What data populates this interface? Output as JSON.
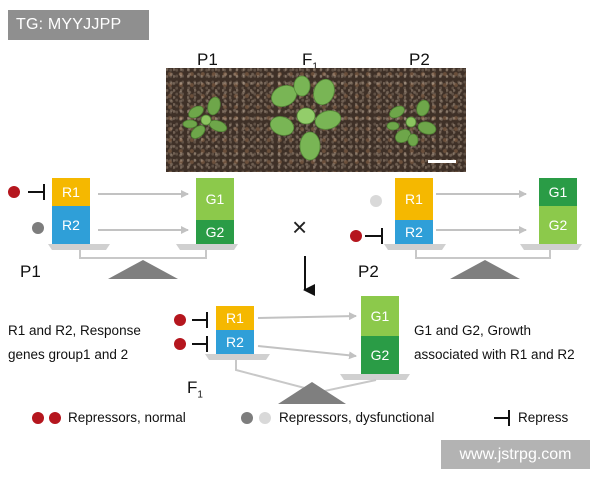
{
  "watermark_top": "TG: MYYJJPP",
  "watermark_bottom": "www.jstrpg.com",
  "photo_labels": {
    "p1": "P1",
    "f1": "F",
    "f1_sub": "1",
    "p2": "P2"
  },
  "parent_labels": {
    "p1": "P1",
    "p2": "P2",
    "f1": "F",
    "f1_sub": "1"
  },
  "boxes": {
    "r1": "R1",
    "r2": "R2",
    "g1": "G1",
    "g2": "G2"
  },
  "cross_symbol": "×",
  "descriptions": {
    "left_line1": "R1 and R2, Response",
    "left_line2": "genes group1 and 2",
    "right_line1": "G1 and G2, Growth",
    "right_line2": "associated with R1 and R2"
  },
  "legend": {
    "normal": "Repressors, normal",
    "dysfunctional": "Repressors, dysfunctional",
    "repress": "Repress"
  },
  "colors": {
    "repressor_normal": "#b5161e",
    "repressor_dysfunctional": "#7d7d7d",
    "r1": "#f5b800",
    "r2": "#2f9fd8",
    "g_dark": "#2a9c46",
    "g_light": "#8cc94b"
  }
}
